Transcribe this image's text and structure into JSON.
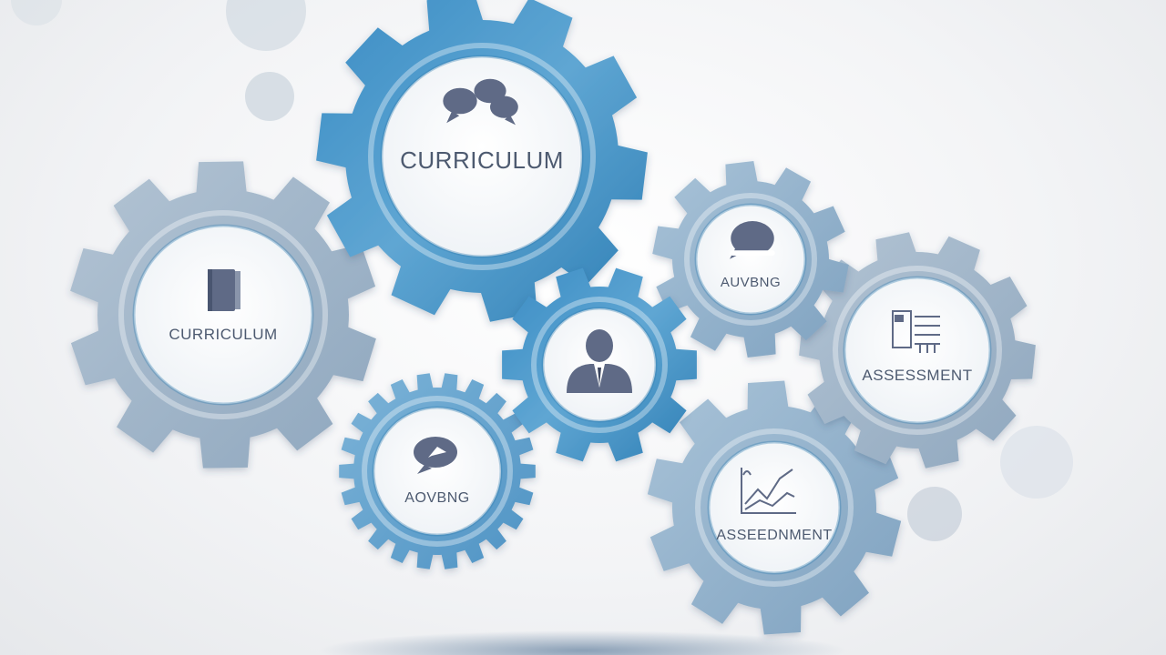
{
  "gears": [
    {
      "id": "gear-curriculum-top",
      "label": "CURRICULUM",
      "icon": "chat-bubbles-icon"
    },
    {
      "id": "gear-curriculum-left",
      "label": "CURRICULUM",
      "icon": "book-icon"
    },
    {
      "id": "gear-teacher-center",
      "label": "",
      "icon": "person-icon"
    },
    {
      "id": "gear-aovbng-bottom",
      "label": "AOVBNG",
      "icon": "chat-bubble-icon"
    },
    {
      "id": "gear-auvbng-right",
      "label": "AUVBNG",
      "icon": "speech-bubble-icon"
    },
    {
      "id": "gear-assessment-right",
      "label": "ASSESSMENT",
      "icon": "document-checklist-icon"
    },
    {
      "id": "gear-assessment-bottom",
      "label": "ASSEEDNMENT",
      "icon": "line-graph-icon"
    }
  ],
  "colors": {
    "gear_dark": "#3f8fc3",
    "gear_mid": "#6aa3c8",
    "gear_grey": "#9fb4c8",
    "disc": "#f6f8fa",
    "icon": "#5f6b86",
    "text": "#4d5a70"
  }
}
